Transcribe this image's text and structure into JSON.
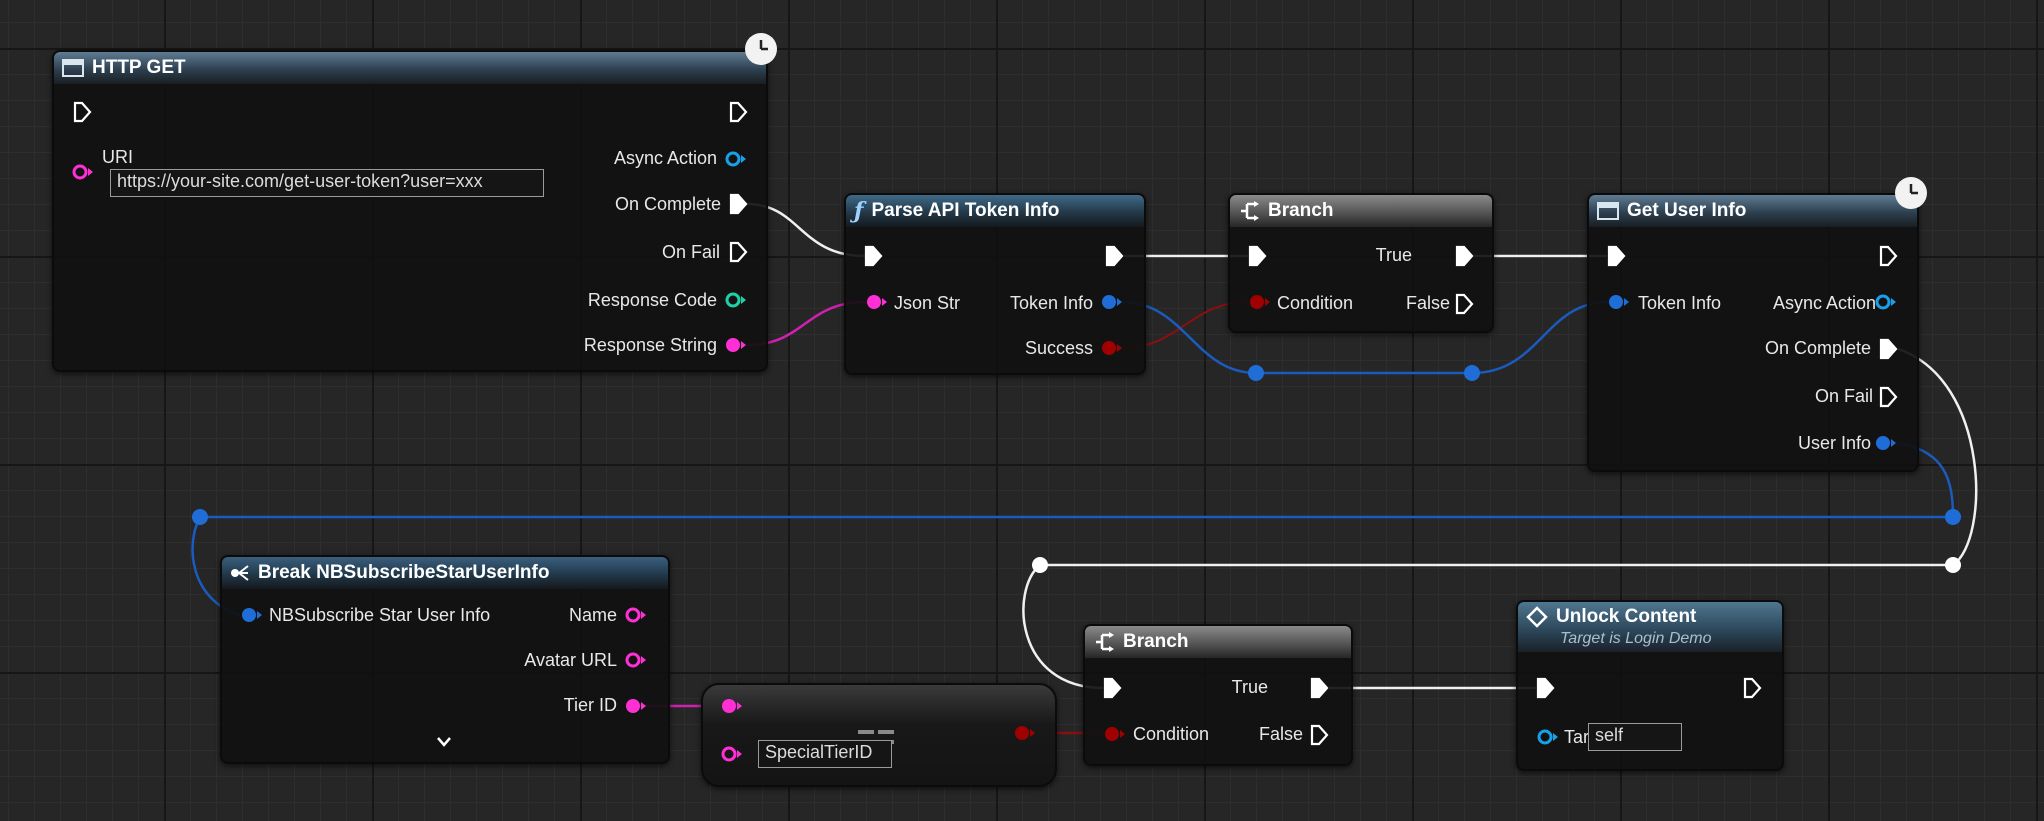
{
  "colors": {
    "exec": "#ffffff",
    "string": "#ff2fd6",
    "struct": "#1f6ed8",
    "object": "#18a0e8",
    "integer": "#1fcfa8",
    "bool": "#a00000",
    "wire_exec": "#f0f0f0",
    "wire_string": "#d020b0",
    "wire_struct": "#1a5bbd",
    "wire_bool": "#8a1010"
  },
  "nodes": {
    "http_get": {
      "title": "HTTP GET",
      "uri_label": "URI",
      "uri_value": "https://your-site.com/get-user-token?user=xxx",
      "outputs": [
        "Async Action",
        "On Complete",
        "On Fail",
        "Response Code",
        "Response String"
      ]
    },
    "parse_api": {
      "title": "Parse API Token Info",
      "input_label": "Json Str",
      "outputs": [
        "Token Info",
        "Success"
      ]
    },
    "branch1": {
      "title": "Branch",
      "input_label": "Condition",
      "outputs": [
        "True",
        "False"
      ]
    },
    "get_user_info": {
      "title": "Get User Info",
      "input_label": "Token Info",
      "outputs": [
        "Async Action",
        "On Complete",
        "On Fail",
        "User Info"
      ]
    },
    "break_struct": {
      "title": "Break NBSubscribeStarUserInfo",
      "input_label": "NBSubscribe Star User Info",
      "outputs": [
        "Name",
        "Avatar URL",
        "Tier ID"
      ],
      "expand_icon": "chevron-down-icon"
    },
    "equal": {
      "operator_icon": "double-equals-icon",
      "input_value": "SpecialTierID"
    },
    "branch2": {
      "title": "Branch",
      "input_label": "Condition",
      "outputs": [
        "True",
        "False"
      ]
    },
    "unlock": {
      "title": "Unlock Content",
      "subtitle": "Target is Login Demo",
      "target_label": "Target",
      "target_value": "self"
    }
  }
}
